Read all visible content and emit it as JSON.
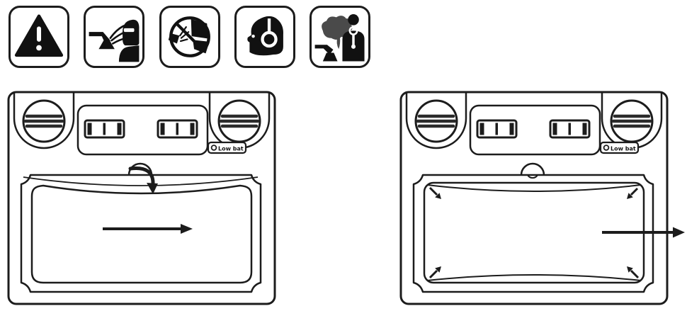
{
  "safety_icons": {
    "items": [
      {
        "name": "general-warning",
        "glyph": "warning-triangle-exclamation"
      },
      {
        "name": "arc-flash-eye-hazard",
        "glyph": "welding-sparks-toward-helmeted-face"
      },
      {
        "name": "no-unprotected-viewing",
        "glyph": "prohibition-circle-slash-over-torch-and-filter"
      },
      {
        "name": "ear-protection",
        "glyph": "head-with-ear-muffs"
      },
      {
        "name": "welding-fumes-hazard",
        "glyph": "fume-cloud-torch-and-person"
      }
    ]
  },
  "diagrams": {
    "left": {
      "name": "cover-lens-removal-step",
      "badge_label": "Low bat",
      "arrows": [
        "flex-lens-down-curved-arrow",
        "slide-right-arrow"
      ]
    },
    "right": {
      "name": "cover-lens-installation-step",
      "badge_label": "Low bat",
      "arrows": [
        "four-corner-seat-arrows",
        "slide-out-right-arrow"
      ]
    }
  },
  "colors": {
    "line": "#1c1c1c",
    "knob_ridge": "#2b2b2b",
    "smoke": "#4a4a4a",
    "background": "#ffffff"
  }
}
